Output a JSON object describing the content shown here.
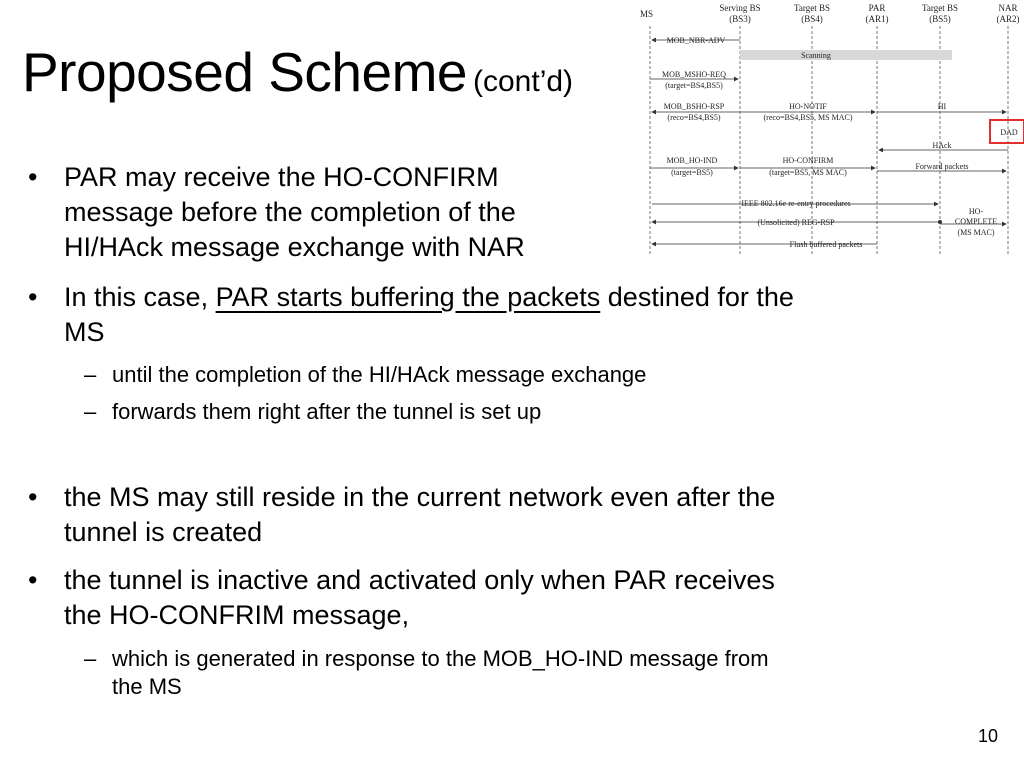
{
  "slide": {
    "title": "Proposed Scheme",
    "title_suffix": "(cont’d)",
    "page_number": "10"
  },
  "bullets": {
    "b1": {
      "marker": "•",
      "line1": "PAR may receive the HO-CONFIRM",
      "line2": "message before the completion of the",
      "line3": "HI/HAck message exchange with NAR"
    },
    "b2": {
      "marker": "•",
      "pre": "In this case, ",
      "underlined": "PAR starts buffering the packets",
      "post": " destined for the",
      "line2": "MS",
      "sub1": "until the completion of the HI/HAck message exchange",
      "sub2": "forwards them right after the tunnel is set up",
      "sub_marker": "–"
    },
    "b3": {
      "marker": "•",
      "line1": "the MS may still reside in the current network even after the",
      "line2": "tunnel is created"
    },
    "b4": {
      "marker": "•",
      "line1": "the tunnel is inactive and activated only when PAR receives",
      "line2": "the HO-CONFRIM message,",
      "sub_marker": "–",
      "sub1_line1": "which is generated in response to the MOB_HO-IND message from",
      "sub1_line2": "the MS"
    }
  },
  "diagram": {
    "nodes": {
      "ms": "MS",
      "serving_bs": "Serving BS",
      "serving_bs_id": "(BS3)",
      "target_bs1": "Target BS",
      "target_bs1_id": "(BS4)",
      "par": "PAR",
      "par_id": "(AR1)",
      "target_bs2": "Target BS",
      "target_bs2_id": "(BS5)",
      "nar": "NAR",
      "nar_id": "(AR2)"
    },
    "messages": {
      "nbr_adv": "MOB_NBR-ADV",
      "scanning": "Scanning",
      "msho_req": "MOB_MSHO-REQ",
      "msho_req_arg": "(target=BS4,BS5)",
      "bsho_rsp": "MOB_BSHO-RSP",
      "bsho_rsp_arg": "(reco=BS4,BS5)",
      "ho_notif": "HO-NOTIF",
      "ho_notif_arg": "(reco=BS4,BS5, MS MAC)",
      "hi": "HI",
      "dad": "DAD",
      "hack": "HAck",
      "ho_ind": "MOB_HO-IND",
      "ho_ind_arg": "(target=BS5)",
      "ho_confirm": "HO-CONFIRM",
      "ho_confirm_arg": "(target=BS5, MS MAC)",
      "forward_packets": "Forward packets",
      "reentry": "IEEE  802.16e re-entry procedures",
      "reg_rsp": "(Unsolicited) REG-RSP",
      "ho_complete_1": "HO-",
      "ho_complete_2": "COMPLETE",
      "ho_complete_3": "(MS MAC)",
      "flush": "Flush buffered packets"
    },
    "colors": {
      "dad_box": "#e03030",
      "scanning_bar": "#d8d8d8"
    }
  }
}
